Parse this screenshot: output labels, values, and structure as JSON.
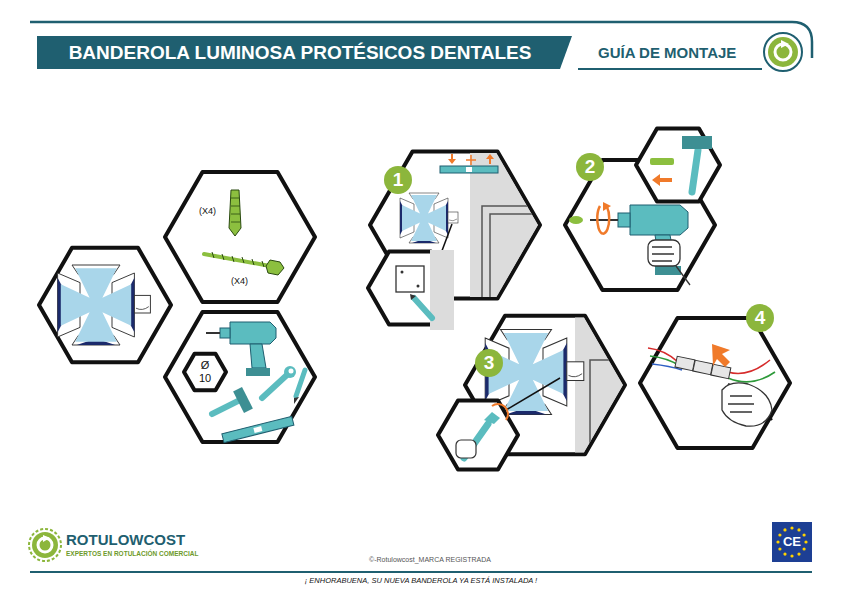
{
  "diagram": {
    "title": "BANDEROLA LUMINOSA PROTÉSICOS DENTALES",
    "nodes": [
      {
        "text": [
          "(X4)",
          "(X4)"
        ]
      },
      {
        "text": [
          "Ø 10"
        ]
      },
      {
        "text": [
          "1"
        ]
      },
      {
        "text": [
          "2"
        ]
      },
      {
        "text": [
          "3"
        ]
      },
      {
        "text": [
          "4"
        ]
      }
    ],
    "labels": [
      "GUÍA DE MONTAJE",
      "ROTULOWCOST",
      "EXPERTOS EN ROTULACIÓN COMERCIAL",
      "©-Rotulowcost_MARCA REGISTRADA",
      "¡ ENHORABUENA, SU NUEVA BANDEROLA YA ESTÁ INSTALADA !",
      "CE"
    ]
  }
}
